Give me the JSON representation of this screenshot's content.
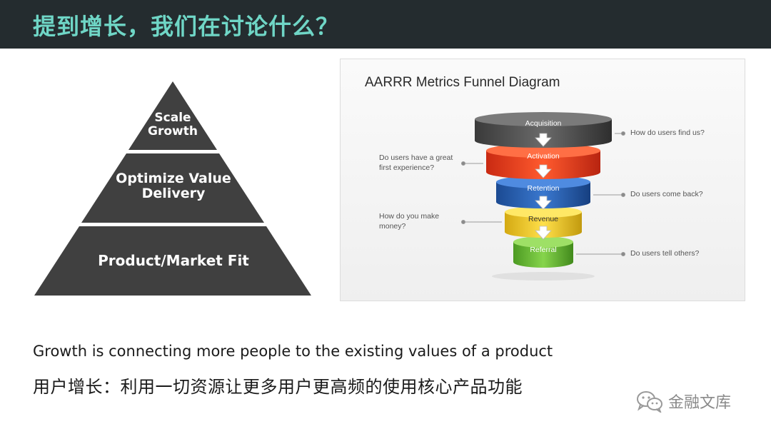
{
  "header": {
    "title": "提到增长，我们在讨论什么？"
  },
  "pyramid": {
    "levels": [
      {
        "label_line1": "Scale",
        "label_line2": "Growth",
        "color": "#404040"
      },
      {
        "label_line1": "Optimize Value",
        "label_line2": "Delivery",
        "color": "#404040"
      },
      {
        "label_line1": "Product/Market Fit",
        "color": "#404040"
      }
    ]
  },
  "funnel": {
    "title": "AARRR Metrics Funnel Diagram",
    "stages": [
      {
        "label": "Acquisition",
        "color": "#4a4a4a"
      },
      {
        "label": "Activation",
        "color": "#e8381c"
      },
      {
        "label": "Retention",
        "color": "#2457a8"
      },
      {
        "label": "Revenue",
        "color": "#e7c21c"
      },
      {
        "label": "Referral",
        "color": "#5fb32e"
      }
    ],
    "questions": {
      "acquisition": "How do users find us?",
      "activation_line1": "Do users have a great",
      "activation_line2": "first experience?",
      "retention": "Do users come back?",
      "revenue_line1": "How do you make",
      "revenue_line2": "money?",
      "referral": "Do users tell others?"
    }
  },
  "captions": {
    "english": "Growth is connecting more people to the existing values of a product",
    "chinese": "用户增长：利用一切资源让更多用户更高频的使用核心产品功能"
  },
  "watermark": {
    "text": "金融文库",
    "icon": "wechat-icon"
  }
}
